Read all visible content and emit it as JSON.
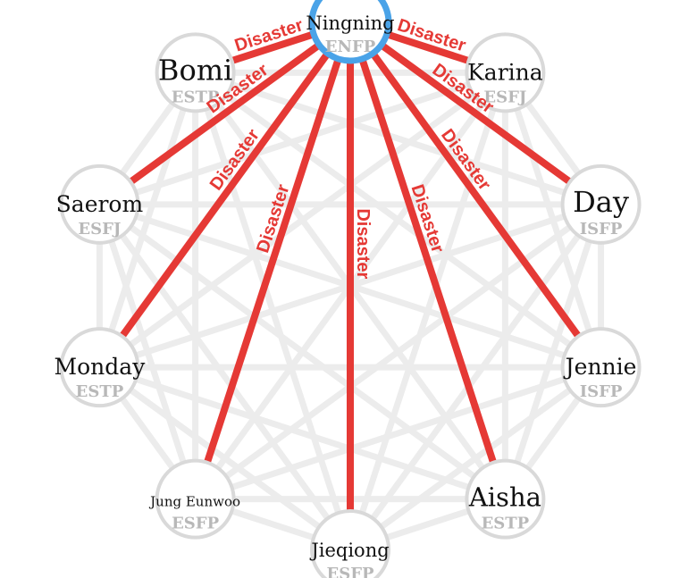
{
  "colors": {
    "background": "#ffffff",
    "grid_edge": "#ececec",
    "node_border": "#d9d9d9",
    "node_fill": "#ffffff",
    "focus_border": "#4aa3e8",
    "highlight_edge": "#e53935",
    "name_text": "#111111",
    "type_text": "#b8b8b8"
  },
  "focus_node": "ningning",
  "nodes": [
    {
      "id": "ningning",
      "name": "Ningning",
      "type": "ENFP",
      "focused": true
    },
    {
      "id": "karina",
      "name": "Karina",
      "type": "ESFJ",
      "focused": false
    },
    {
      "id": "day",
      "name": "Day",
      "type": "ISFP",
      "focused": false
    },
    {
      "id": "jennie",
      "name": "Jennie",
      "type": "ISFP",
      "focused": false
    },
    {
      "id": "aisha",
      "name": "Aisha",
      "type": "ESTP",
      "focused": false
    },
    {
      "id": "jieqiong",
      "name": "Jieqiong",
      "type": "ESFP",
      "focused": false
    },
    {
      "id": "jung-eunwoo",
      "name": "Jung Eunwoo",
      "type": "ESFP",
      "focused": false
    },
    {
      "id": "monday",
      "name": "Monday",
      "type": "ESTP",
      "focused": false
    },
    {
      "id": "saerom",
      "name": "Saerom",
      "type": "ESFJ",
      "focused": false
    },
    {
      "id": "bomi",
      "name": "Bomi",
      "type": "ESTP",
      "focused": false
    }
  ],
  "highlighted_edges": [
    {
      "from": "ningning",
      "to": "bomi",
      "label": "Disaster"
    },
    {
      "from": "ningning",
      "to": "saerom",
      "label": "Disaster"
    },
    {
      "from": "ningning",
      "to": "monday",
      "label": "Disaster"
    },
    {
      "from": "ningning",
      "to": "jung-eunwoo",
      "label": "Disaster"
    },
    {
      "from": "ningning",
      "to": "jieqiong",
      "label": "Disaster"
    },
    {
      "from": "ningning",
      "to": "aisha",
      "label": "Disaster"
    },
    {
      "from": "ningning",
      "to": "jennie",
      "label": "Disaster"
    },
    {
      "from": "ningning",
      "to": "day",
      "label": "Disaster"
    },
    {
      "from": "ningning",
      "to": "karina",
      "label": "Disaster"
    }
  ]
}
